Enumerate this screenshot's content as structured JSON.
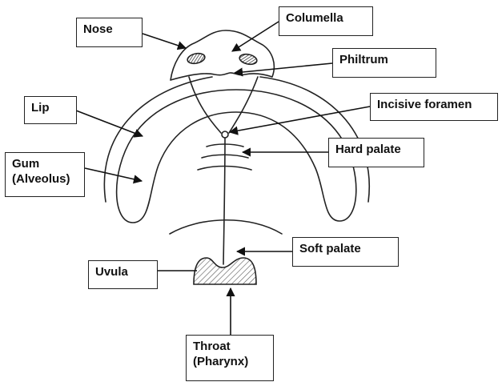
{
  "labels": {
    "nose": "Nose",
    "columella": "Columella",
    "philtrum": "Philtrum",
    "lip": "Lip",
    "incisive_foramen": "Incisive foramen",
    "hard_palate": "Hard palate",
    "gum_line1": "Gum",
    "gum_line2": "(Alveolus)",
    "soft_palate": "Soft palate",
    "uvula": "Uvula",
    "throat_line1": "Throat",
    "throat_line2": "(Pharynx)"
  },
  "colors": {
    "ink": "#222222",
    "hatch": "#555555",
    "nostril": "#333333"
  }
}
